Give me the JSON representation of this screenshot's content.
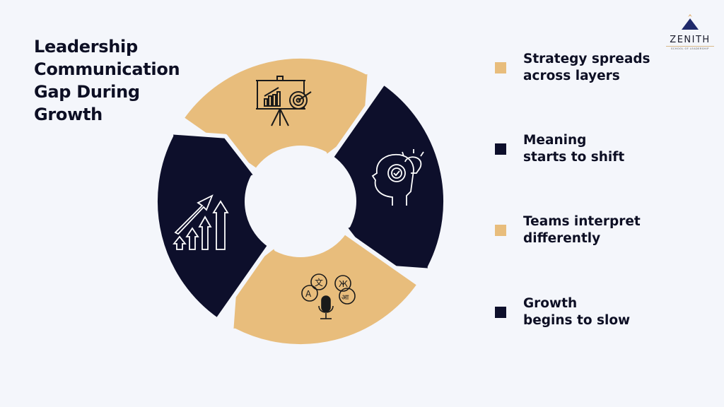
{
  "title": {
    "lines": [
      "Leadership",
      "Communication",
      "Gap During",
      "Growth"
    ]
  },
  "logo": {
    "name": "ZENITH",
    "subtitle": "SCHOOL OF LEADERSHIP"
  },
  "colors": {
    "tan": "#e8bd7c",
    "navy": "#0d0f2b",
    "background": "#f4f6fb"
  },
  "cycle": [
    {
      "color": "tan",
      "icon": "presentation-target-icon"
    },
    {
      "color": "navy",
      "icon": "head-gear-lightbulb-icon"
    },
    {
      "color": "tan",
      "icon": "multilingual-microphone-icon"
    },
    {
      "color": "navy",
      "icon": "growth-arrows-icon"
    }
  ],
  "legend": [
    {
      "color": "tan",
      "lines": [
        "Strategy spreads",
        "across layers"
      ]
    },
    {
      "color": "navy",
      "lines": [
        "Meaning",
        "starts to shift"
      ]
    },
    {
      "color": "tan",
      "lines": [
        "Teams interpret",
        "differently"
      ]
    },
    {
      "color": "navy",
      "lines": [
        "Growth",
        "begins to slow"
      ]
    }
  ]
}
